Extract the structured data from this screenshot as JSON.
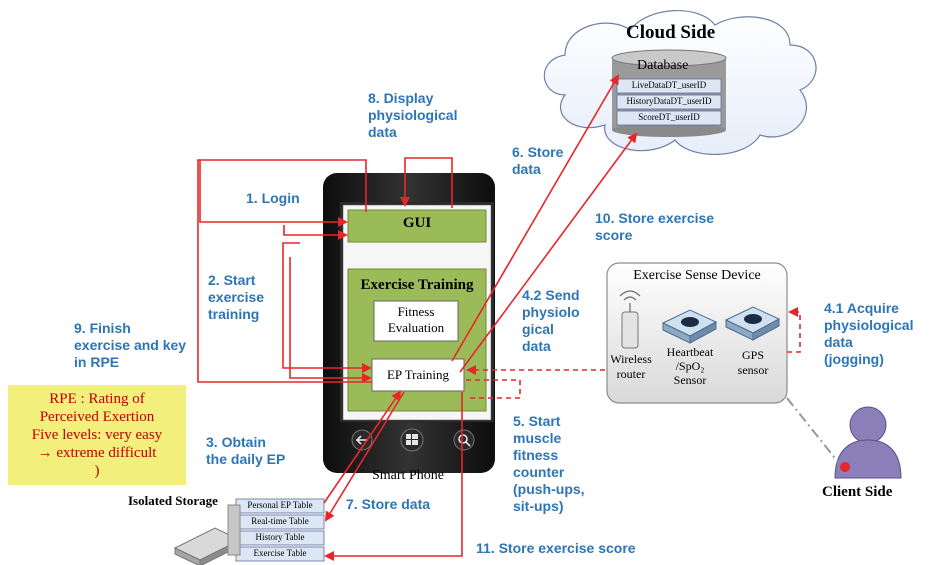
{
  "cloud": {
    "title": "Cloud Side",
    "database_label": "Database",
    "tables": [
      "LiveDataDT_userID",
      "HistoryDataDT_userID",
      "ScoreDT_userID"
    ]
  },
  "phone": {
    "caption": "Smart Phone",
    "gui_label": "GUI",
    "exercise_training_label": "Exercise Training",
    "fitness_evaluation_label": "Fitness\nEvaluation",
    "ep_training_label": "EP Training"
  },
  "sense_device": {
    "title": "Exercise Sense Device",
    "wireless_router_label": "Wireless\nrouter",
    "heartbeat_sensor_label": "Heartbeat\n/SpO₂\nSensor",
    "gps_sensor_label": "GPS\nsensor"
  },
  "client": {
    "label": "Client Side"
  },
  "storage": {
    "title": "Isolated Storage",
    "tables": [
      "Personal EP Table",
      "Real-time Table",
      "History Table",
      "Exercise Table"
    ]
  },
  "rpe_note": "RPE : Rating of\nPerceived Exertion\nFive levels: very easy\n→ extreme difficult\n)",
  "steps": {
    "s1": "1. Login",
    "s2": "2. Start\nexercise\ntraining",
    "s3": "3. Obtain\nthe daily EP",
    "s41": "4.1 Acquire\nphysiological\ndata\n(jogging)",
    "s42": "4.2 Send\nphysiolo\ngical\ndata",
    "s5": "5. Start\nmuscle\nfitness\ncounter\n(push-ups,\nsit-ups)",
    "s6": "6. Store\ndata",
    "s7": "7. Store data",
    "s8": "8. Display\nphysiological\ndata",
    "s9": "9. Finish\nexercise and key\nin RPE",
    "s10": "10. Store exercise\nscore",
    "s11": "11. Store exercise score"
  },
  "colors": {
    "step_text": "#2e75b6",
    "arrow": "#e8262a",
    "gui_fill": "#9bbb59",
    "rpe_fill": "#f2ef7c",
    "phone_body": "#1a1a1a"
  }
}
